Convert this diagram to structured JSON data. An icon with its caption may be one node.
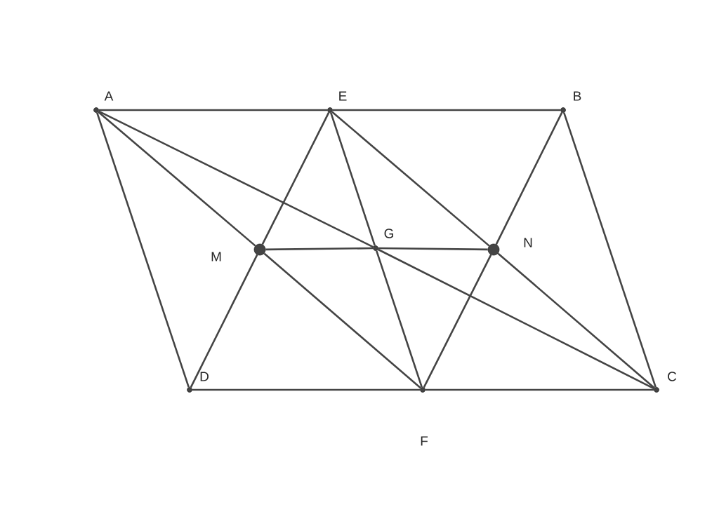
{
  "diagram": {
    "nodes": [
      {
        "text": [],
        "shape": "circle",
        "beside": [
          "A"
        ]
      },
      {
        "text": [],
        "shape": "circle",
        "beside": [
          "E"
        ]
      },
      {
        "text": [],
        "shape": "circle",
        "beside": [
          "B"
        ]
      },
      {
        "text": [],
        "shape": "circle",
        "beside": [
          "M"
        ]
      },
      {
        "text": [],
        "shape": "circle",
        "beside": [
          "G"
        ]
      },
      {
        "text": [],
        "shape": "circle",
        "beside": [
          "N"
        ]
      },
      {
        "text": [],
        "shape": "circle",
        "beside": [
          "D"
        ]
      },
      {
        "text": [],
        "shape": "circle",
        "beside": [
          "F"
        ]
      },
      {
        "text": [],
        "shape": "circle",
        "beside": [
          "C"
        ]
      }
    ],
    "edges": [
      {
        "from": 0,
        "to": 1,
        "arrow": "none"
      },
      {
        "from": 1,
        "to": 2,
        "arrow": "none"
      },
      {
        "from": 0,
        "to": 6,
        "arrow": "none"
      },
      {
        "from": 2,
        "to": 8,
        "arrow": "none"
      },
      {
        "from": 6,
        "to": 7,
        "arrow": "none"
      },
      {
        "from": 7,
        "to": 8,
        "arrow": "none"
      },
      {
        "from": 0,
        "to": 3,
        "arrow": "none"
      },
      {
        "from": 3,
        "to": 7,
        "arrow": "none"
      },
      {
        "from": 0,
        "to": 4,
        "arrow": "none"
      },
      {
        "from": 4,
        "to": 8,
        "arrow": "none"
      },
      {
        "from": 1,
        "to": 3,
        "arrow": "none"
      },
      {
        "from": 3,
        "to": 6,
        "arrow": "none"
      },
      {
        "from": 1,
        "to": 4,
        "arrow": "none"
      },
      {
        "from": 4,
        "to": 7,
        "arrow": "none"
      },
      {
        "from": 1,
        "to": 5,
        "arrow": "none"
      },
      {
        "from": 5,
        "to": 8,
        "arrow": "none"
      },
      {
        "from": 2,
        "to": 5,
        "arrow": "none"
      },
      {
        "from": 5,
        "to": 7,
        "arrow": "none"
      },
      {
        "from": 3,
        "to": 4,
        "arrow": "none"
      },
      {
        "from": 4,
        "to": 5,
        "arrow": "none"
      }
    ]
  }
}
